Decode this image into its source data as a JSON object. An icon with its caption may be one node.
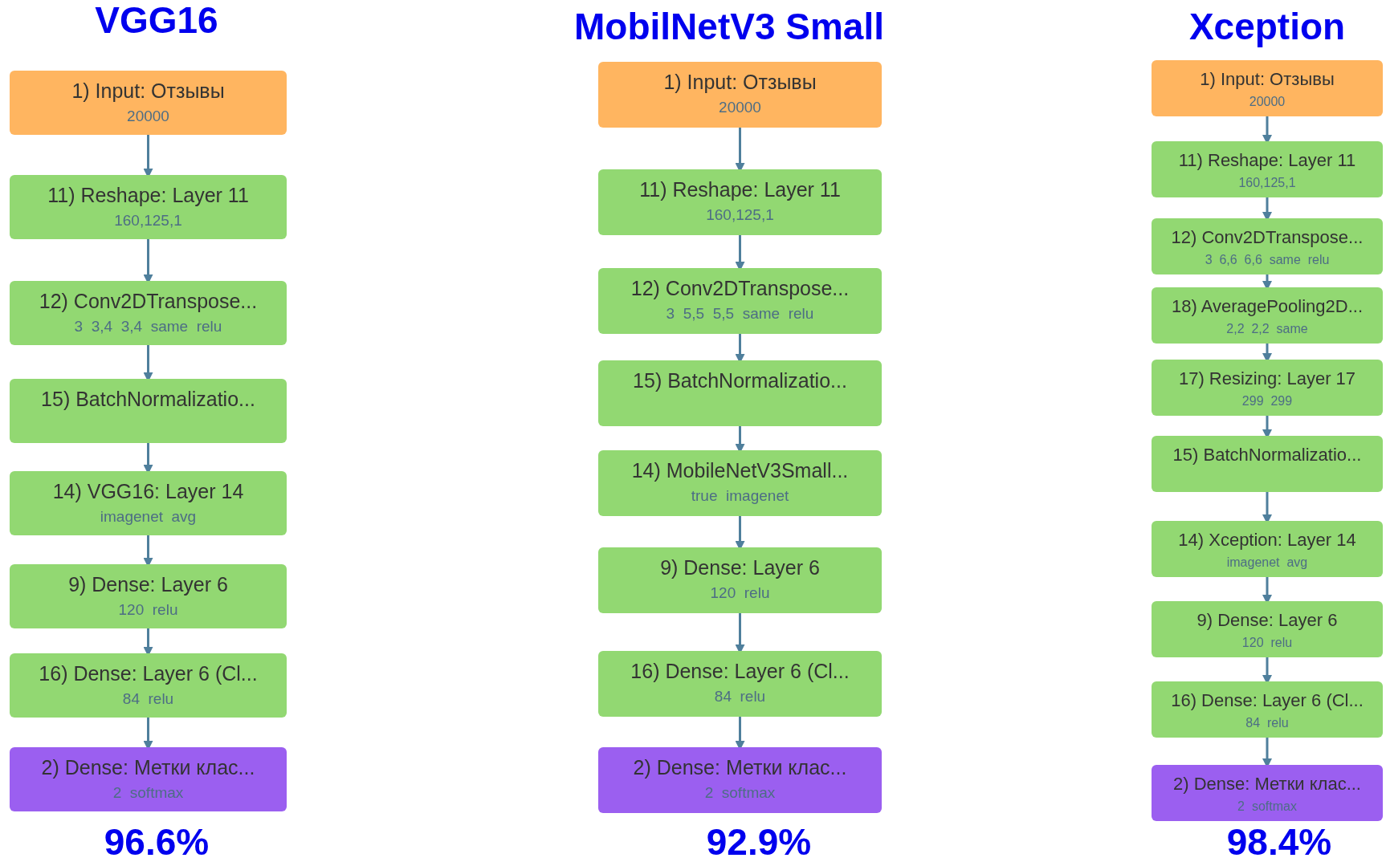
{
  "diagram": {
    "nodes": [
      {
        "text": [
          "1) Input: Отзывы",
          "20000"
        ]
      },
      {
        "text": [
          "11) Reshape: Layer 11",
          "160,125,1"
        ]
      },
      {
        "text": [
          "12) Conv2DTranspose...",
          "3  3,4  3,4  same  relu"
        ]
      },
      {
        "text": [
          "15) BatchNormalizatio..."
        ]
      },
      {
        "text": [
          "14) VGG16: Layer 14",
          "imagenet  avg"
        ]
      },
      {
        "text": [
          "9) Dense: Layer 6",
          "120  relu"
        ]
      },
      {
        "text": [
          "16) Dense: Layer 6 (Cl...",
          "84  relu"
        ]
      },
      {
        "text": [
          "2) Dense: Метки клас...",
          "2  softmax"
        ]
      },
      {
        "text": [
          "1) Input: Отзывы",
          "20000"
        ]
      },
      {
        "text": [
          "11) Reshape: Layer 11",
          "160,125,1"
        ]
      },
      {
        "text": [
          "12) Conv2DTranspose...",
          "3  5,5  5,5  same  relu"
        ]
      },
      {
        "text": [
          "15) BatchNormalizatio..."
        ]
      },
      {
        "text": [
          "14) MobileNetV3Small...",
          "true  imagenet"
        ]
      },
      {
        "text": [
          "9) Dense: Layer 6",
          "120  relu"
        ]
      },
      {
        "text": [
          "16) Dense: Layer 6 (Cl...",
          "84  relu"
        ]
      },
      {
        "text": [
          "2) Dense: Метки клас...",
          "2  softmax"
        ]
      },
      {
        "text": [
          "1) Input: Отзывы",
          "20000"
        ]
      },
      {
        "text": [
          "11) Reshape: Layer 11",
          "160,125,1"
        ]
      },
      {
        "text": [
          "12) Conv2DTranspose...",
          "3  6,6  6,6  same  relu"
        ]
      },
      {
        "text": [
          "18) AveragePooling2D...",
          "2,2  2,2  same"
        ]
      },
      {
        "text": [
          "17) Resizing: Layer 17",
          "299  299"
        ]
      },
      {
        "text": [
          "15) BatchNormalizatio..."
        ]
      },
      {
        "text": [
          "14) Xception: Layer 14",
          "imagenet  avg"
        ]
      },
      {
        "text": [
          "9) Dense: Layer 6",
          "120  relu"
        ]
      },
      {
        "text": [
          "16) Dense: Layer 6 (Cl...",
          "84  relu"
        ]
      },
      {
        "text": [
          "2) Dense: Метки клас...",
          "2  softmax"
        ]
      }
    ],
    "edges": [
      {
        "from": 0,
        "to": 1,
        "arrow": "to"
      },
      {
        "from": 1,
        "to": 2,
        "arrow": "to"
      },
      {
        "from": 2,
        "to": 3,
        "arrow": "to"
      },
      {
        "from": 3,
        "to": 4,
        "arrow": "to"
      },
      {
        "from": 4,
        "to": 5,
        "arrow": "to"
      },
      {
        "from": 5,
        "to": 6,
        "arrow": "to"
      },
      {
        "from": 6,
        "to": 7,
        "arrow": "to"
      },
      {
        "from": 8,
        "to": 9,
        "arrow": "to"
      },
      {
        "from": 9,
        "to": 10,
        "arrow": "to"
      },
      {
        "from": 10,
        "to": 11,
        "arrow": "to"
      },
      {
        "from": 11,
        "to": 12,
        "arrow": "to"
      },
      {
        "from": 12,
        "to": 13,
        "arrow": "to"
      },
      {
        "from": 13,
        "to": 14,
        "arrow": "to"
      },
      {
        "from": 14,
        "to": 15,
        "arrow": "to"
      },
      {
        "from": 16,
        "to": 17,
        "arrow": "to"
      },
      {
        "from": 17,
        "to": 18,
        "arrow": "to"
      },
      {
        "from": 18,
        "to": 19,
        "arrow": "to"
      },
      {
        "from": 19,
        "to": 20,
        "arrow": "to"
      },
      {
        "from": 20,
        "to": 21,
        "arrow": "to"
      },
      {
        "from": 21,
        "to": 22,
        "arrow": "to"
      },
      {
        "from": 22,
        "to": 23,
        "arrow": "to"
      },
      {
        "from": 23,
        "to": 24,
        "arrow": "to"
      },
      {
        "from": 24,
        "to": 25,
        "arrow": "to"
      }
    ],
    "labels": [
      "VGG16",
      "MobilNetV3 Small",
      "Xception",
      "96.6%",
      "92.9%",
      "98.4%"
    ]
  }
}
